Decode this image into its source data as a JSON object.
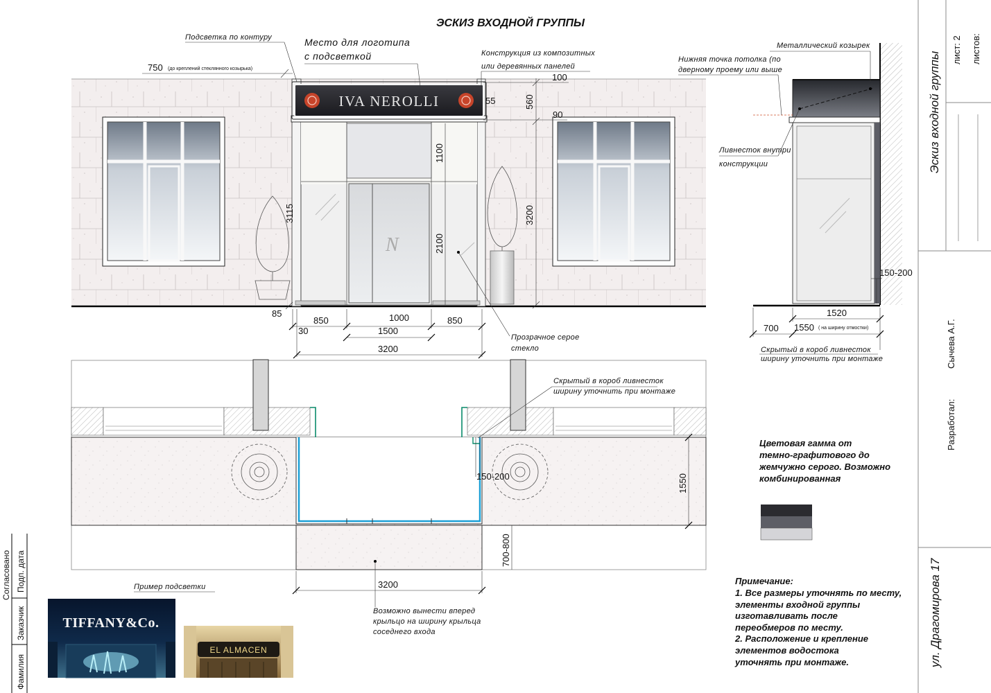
{
  "title": "ЭСКИЗ ВХОДНОЙ ГРУППЫ",
  "elevation": {
    "sign_text": "IVA NEROLLI",
    "door_logo": "N",
    "callouts": {
      "contour_light": "Подсветка по контуру",
      "logo_place_1": "Место для логотипа",
      "logo_place_2": "с подсветкой",
      "construction_1": "Конструкция из композитных",
      "construction_2": "или деревянных панелей",
      "glass_1": "Прозрачное серое",
      "glass_2": "стекло"
    },
    "dims": {
      "d750": "750",
      "d750_note": "(до креплений стеклянного козырька)",
      "d100": "100",
      "d55": "55",
      "d560": "560",
      "d90": "90",
      "d1100": "1100",
      "d3115": "3115",
      "d2100": "2100",
      "d3200v": "3200",
      "d85": "85",
      "d30": "30",
      "d850a": "850",
      "d1000": "1000",
      "d1500": "1500",
      "d850b": "850",
      "d3200": "3200"
    }
  },
  "section": {
    "callouts": {
      "ceiling_1": "Нижняя точка потолка (по",
      "ceiling_2": "дверному проему или выше",
      "canopy": "Металлический козырек",
      "drain_1": "Ливнесток внутри",
      "drain_2": "конструкции",
      "hidden_1": "Скрытый в короб ливнесток",
      "hidden_2": "ширину уточнить при монтаже"
    },
    "dims": {
      "d150_200": "150-200",
      "d1520": "1520",
      "d700": "700",
      "d1550": "1550",
      "d1550_note": "( на ширину отмостки)"
    }
  },
  "plan": {
    "callouts": {
      "hidden_1": "Скрытый в короб ливнесток",
      "hidden_2": "ширину уточнить при монтаже",
      "porch_1": "Возможно вынести вперед",
      "porch_2": "крыльцо на ширину крыльца",
      "porch_3": "соседнего входа"
    },
    "dims": {
      "d150_200": "150-200",
      "d1550": "1550",
      "d700_800": "700-800",
      "d3200": "3200"
    }
  },
  "palette": {
    "text_1": "Цветовая гамма от",
    "text_2": "темно-графитового до",
    "text_3": "жемчужно серого. Возможно",
    "text_4": "комбинированная",
    "swatches": [
      "#2b2b30",
      "#5d5e66",
      "#d4d4d8"
    ]
  },
  "notes": {
    "heading": "Примечание:",
    "lines": [
      "1. Все размеры уточнять по месту,",
      "элементы входной группы",
      "изготавливать после",
      "переобмеров по месту.",
      "2. Расположение и крепление",
      "элементов водостока",
      "уточнять при монтаже."
    ]
  },
  "examples": {
    "caption": "Пример подсветки",
    "photo1_text": "TIFFANY&Co.",
    "photo2_text": "EL ALMACEN"
  },
  "title_block": {
    "sheet_label": "лист: 2",
    "sheets_label": "листов:",
    "drawing_name": "Эскиз входной группы",
    "developer_label": "Разработал:",
    "developer_name": "Сычева А.Г.",
    "address": "ул. Драгомирова 17"
  },
  "approval_block": {
    "approved": "Согласовано",
    "customer": "Заказчик",
    "name": "Фамилия",
    "sign_date": "Подп. дата"
  }
}
